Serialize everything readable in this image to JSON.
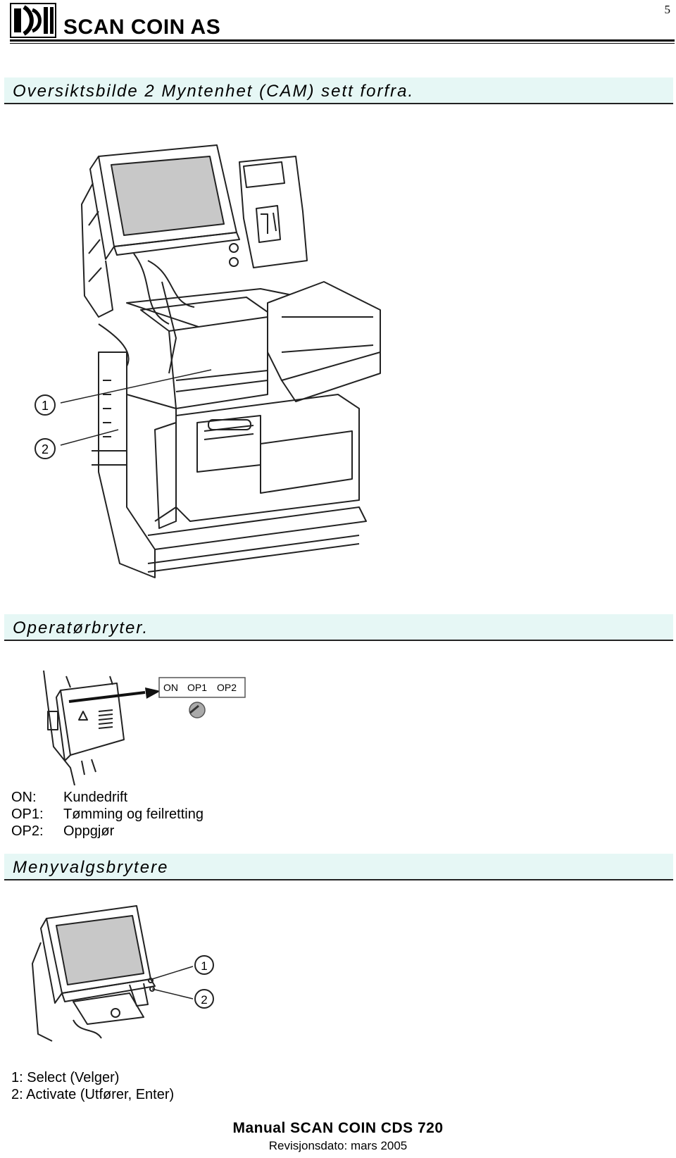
{
  "page": {
    "number": "5"
  },
  "header": {
    "company": "SCAN COIN AS",
    "logo_icon": "scan-coin-logo"
  },
  "sections": {
    "overview": {
      "title": "Oversiktsbilde 2 Myntenhet (CAM) sett forfra."
    },
    "operator_switch": {
      "title": "Operatørbryter."
    },
    "menu_switches": {
      "title": "Menyvalgsbrytere"
    }
  },
  "figures": {
    "cam_front": {
      "callouts": [
        "1",
        "2"
      ]
    },
    "operator_switch": {
      "labels": [
        "ON",
        "OP1",
        "OP2"
      ]
    },
    "menu_switches": {
      "callouts": [
        "1",
        "2"
      ]
    }
  },
  "switch_legend": [
    {
      "key": "ON:",
      "value": "Kundedrift"
    },
    {
      "key": "OP1:",
      "value": "Tømming og feilretting"
    },
    {
      "key": "OP2:",
      "value": "Oppgjør"
    }
  ],
  "menu_legend": [
    "1: Select (Velger)",
    "2: Activate (Utfører, Enter)"
  ],
  "footer": {
    "title": "Manual SCAN COIN CDS 720",
    "date": "Revisjonsdato: mars 2005"
  }
}
